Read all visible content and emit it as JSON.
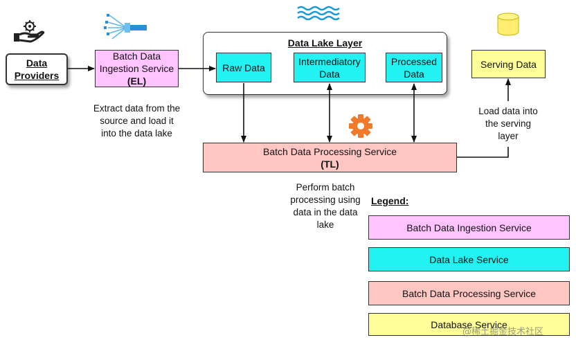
{
  "providers": {
    "line1": "Data",
    "line2": "Providers"
  },
  "ingestion": {
    "line1": "Batch Data",
    "line2": "Ingestion Service",
    "code": "(EL)",
    "caption": [
      "Extract data from the",
      "source and load it",
      "into the data lake"
    ]
  },
  "lake": {
    "title": "Data Lake Layer",
    "raw": "Raw Data",
    "intermediary": [
      "Intermediatory",
      "Data"
    ],
    "processed": [
      "Processed",
      "Data"
    ]
  },
  "processing": {
    "label": "Batch Data Processing Service",
    "code": "(TL)",
    "caption": [
      "Perform batch",
      "processing using",
      "data in the data",
      "lake"
    ]
  },
  "serving": {
    "label": "Serving Data",
    "caption": [
      "Load data into",
      "the serving",
      "layer"
    ]
  },
  "legend": {
    "title": "Legend:",
    "items": [
      {
        "label": "Batch Data Ingestion Service",
        "color": "#ffc3ff"
      },
      {
        "label": "Data Lake Service",
        "color": "#22f2f2"
      },
      {
        "label": "Batch Data Processing Service",
        "color": "#ffc6c2"
      },
      {
        "label": "Database Service",
        "color": "#ffff99"
      }
    ]
  },
  "watermark": "@稀土掘金技术社区",
  "icons": {
    "providers": "hand-gear-icon",
    "ingestion": "data-factory-icon",
    "lake": "water-waves-icon",
    "processing": "gear-icon",
    "database": "cylinder-icon"
  }
}
